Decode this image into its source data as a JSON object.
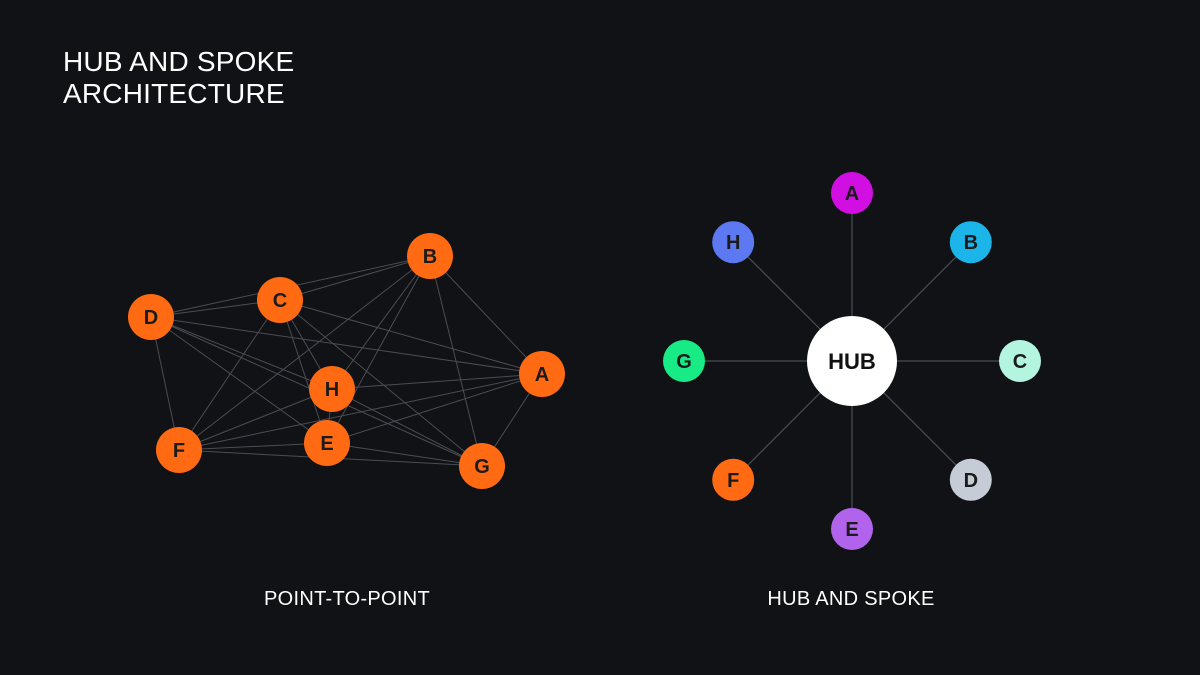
{
  "title": {
    "line1": "HUB AND SPOKE",
    "line2": "ARCHITECTURE"
  },
  "colors": {
    "background": "#101215",
    "mesh_node": "#ff6a13",
    "edge": "#4a4d52",
    "hub": "#ffffff"
  },
  "point_to_point": {
    "caption": "POINT-TO-POINT",
    "nodes": [
      {
        "id": "A",
        "label": "A"
      },
      {
        "id": "B",
        "label": "B"
      },
      {
        "id": "C",
        "label": "C"
      },
      {
        "id": "D",
        "label": "D"
      },
      {
        "id": "E",
        "label": "E"
      },
      {
        "id": "F",
        "label": "F"
      },
      {
        "id": "G",
        "label": "G"
      },
      {
        "id": "H",
        "label": "H"
      }
    ],
    "edges": [
      [
        "A",
        "B"
      ],
      [
        "A",
        "C"
      ],
      [
        "A",
        "D"
      ],
      [
        "A",
        "E"
      ],
      [
        "A",
        "F"
      ],
      [
        "A",
        "G"
      ],
      [
        "A",
        "H"
      ],
      [
        "B",
        "C"
      ],
      [
        "B",
        "D"
      ],
      [
        "B",
        "E"
      ],
      [
        "B",
        "F"
      ],
      [
        "B",
        "G"
      ],
      [
        "B",
        "H"
      ],
      [
        "C",
        "D"
      ],
      [
        "C",
        "E"
      ],
      [
        "C",
        "F"
      ],
      [
        "C",
        "G"
      ],
      [
        "C",
        "H"
      ],
      [
        "D",
        "E"
      ],
      [
        "D",
        "F"
      ],
      [
        "D",
        "G"
      ],
      [
        "D",
        "H"
      ],
      [
        "E",
        "F"
      ],
      [
        "E",
        "G"
      ],
      [
        "E",
        "H"
      ],
      [
        "F",
        "G"
      ],
      [
        "F",
        "H"
      ],
      [
        "G",
        "H"
      ]
    ]
  },
  "hub_and_spoke": {
    "caption": "HUB AND SPOKE",
    "hub_label": "HUB",
    "spokes": [
      {
        "id": "A",
        "label": "A",
        "color": "#d10fe3"
      },
      {
        "id": "B",
        "label": "B",
        "color": "#1bb5ea"
      },
      {
        "id": "C",
        "label": "C",
        "color": "#b4f5df"
      },
      {
        "id": "D",
        "label": "D",
        "color": "#c5ccd6"
      },
      {
        "id": "E",
        "label": "E",
        "color": "#b263ec"
      },
      {
        "id": "F",
        "label": "F",
        "color": "#ff6a13"
      },
      {
        "id": "G",
        "label": "G",
        "color": "#18ea86"
      },
      {
        "id": "H",
        "label": "H",
        "color": "#5c79f2"
      }
    ]
  }
}
